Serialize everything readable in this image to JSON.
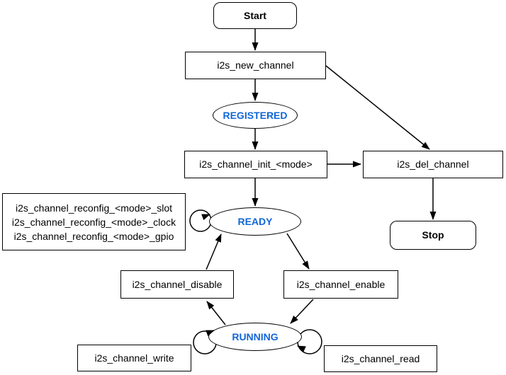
{
  "diagram": {
    "type": "state-machine-flowchart",
    "nodes": {
      "start": {
        "label": "Start"
      },
      "new_channel": {
        "label": "i2s_new_channel"
      },
      "registered": {
        "label": "REGISTERED"
      },
      "init": {
        "label": "i2s_channel_init_<mode>"
      },
      "del": {
        "label": "i2s_del_channel"
      },
      "stop": {
        "label": "Stop"
      },
      "reconfig": {
        "lines": [
          "i2s_channel_reconfig_<mode>_slot",
          "i2s_channel_reconfig_<mode>_clock",
          "i2s_channel_reconfig_<mode>_gpio"
        ]
      },
      "ready": {
        "label": "READY"
      },
      "disable": {
        "label": "i2s_channel_disable"
      },
      "enable": {
        "label": "i2s_channel_enable"
      },
      "running": {
        "label": "RUNNING"
      },
      "write": {
        "label": "i2s_channel_write"
      },
      "read": {
        "label": "i2s_channel_read"
      }
    },
    "colors": {
      "state_text": "#1266D8",
      "line": "#000000",
      "background": "#FFFFFF"
    }
  }
}
